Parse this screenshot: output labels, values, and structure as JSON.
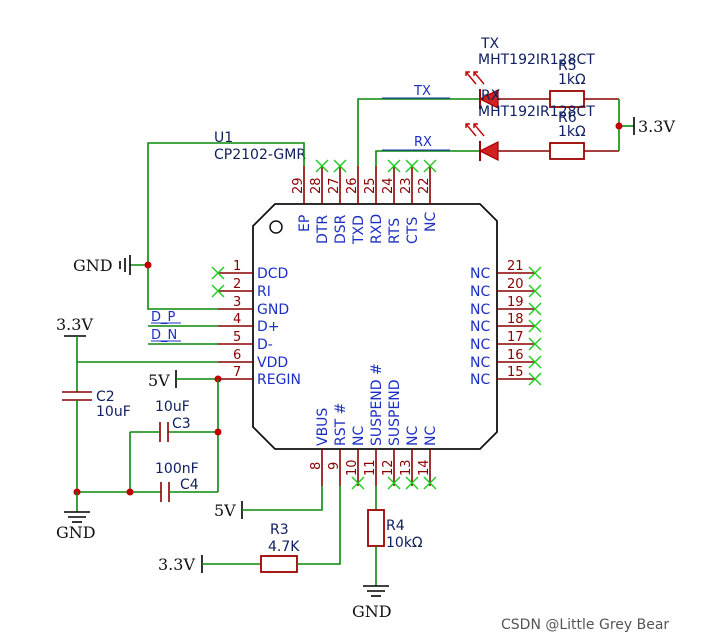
{
  "chip": {
    "ref": "U1",
    "part": "CP2102-GMR",
    "top_pins": [
      {
        "num": "29",
        "name": "EP"
      },
      {
        "num": "28",
        "name": "DTR"
      },
      {
        "num": "27",
        "name": "DSR"
      },
      {
        "num": "26",
        "name": "TXD"
      },
      {
        "num": "25",
        "name": "RXD"
      },
      {
        "num": "24",
        "name": "RTS"
      },
      {
        "num": "23",
        "name": "CTS"
      },
      {
        "num": "22",
        "name": "NC"
      }
    ],
    "left_pins": [
      {
        "num": "1",
        "name": "DCD"
      },
      {
        "num": "2",
        "name": "RI"
      },
      {
        "num": "3",
        "name": "GND"
      },
      {
        "num": "4",
        "name": "D+"
      },
      {
        "num": "5",
        "name": "D-"
      },
      {
        "num": "6",
        "name": "VDD"
      },
      {
        "num": "7",
        "name": "REGIN"
      }
    ],
    "right_pins": [
      {
        "num": "21",
        "name": "NC"
      },
      {
        "num": "20",
        "name": "NC"
      },
      {
        "num": "19",
        "name": "NC"
      },
      {
        "num": "18",
        "name": "NC"
      },
      {
        "num": "17",
        "name": "NC"
      },
      {
        "num": "16",
        "name": "NC"
      },
      {
        "num": "15",
        "name": "NC"
      }
    ],
    "bottom_pins": [
      {
        "num": "8",
        "name": "VBUS"
      },
      {
        "num": "9",
        "name": "RST #"
      },
      {
        "num": "10",
        "name": "NC"
      },
      {
        "num": "11",
        "name": "SUSPEND #"
      },
      {
        "num": "12",
        "name": "SUSPEND"
      },
      {
        "num": "13",
        "name": "NC"
      },
      {
        "num": "14",
        "name": "NC"
      }
    ]
  },
  "nets": {
    "tx": "TX",
    "rx": "RX",
    "d_p": "D_P",
    "d_n": "D_N"
  },
  "leds": [
    {
      "ref": "TX",
      "part": "MHT192IR128CT"
    },
    {
      "ref": "RX",
      "part": "MHT192IR128CT"
    }
  ],
  "resistors": [
    {
      "ref": "R5",
      "value": "1kΩ"
    },
    {
      "ref": "R6",
      "value": "1kΩ"
    },
    {
      "ref": "R3",
      "value": "4.7K"
    },
    {
      "ref": "R4",
      "value": "10kΩ"
    }
  ],
  "capacitors": [
    {
      "ref": "C2",
      "value": "10uF"
    },
    {
      "ref": "C3",
      "value": "10uF"
    },
    {
      "ref": "C4",
      "value": "100nF"
    }
  ],
  "power": {
    "led_supply": "3.3V",
    "vdd_supply": "3.3V",
    "regin_supply": "5V",
    "vbus_supply": "5V",
    "rst_supply": "3.3V",
    "gnd_chip": "GND",
    "gnd_caps": "GND",
    "gnd_r4": "GND"
  },
  "watermark": "CSDN @Little Grey Bear"
}
